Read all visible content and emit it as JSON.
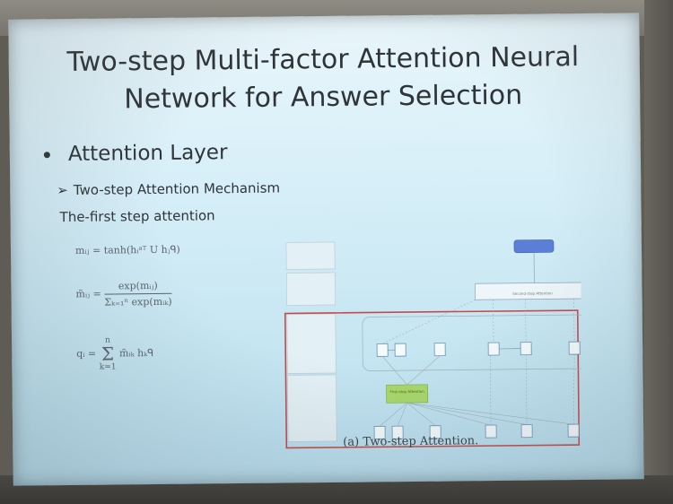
{
  "slide": {
    "title_line1": "Two-step Multi-factor Attention Neural",
    "title_line2": "Network for Answer Selection",
    "bullet": "Attention Layer",
    "sub_bullet_arrow": "➢",
    "sub_bullet": "Two-step Attention Mechanism",
    "step_label": "The-first step attention"
  },
  "equations": {
    "m_ij": "mᵢⱼ = tanh(hᵢᵃᵀ U hⱼᑫ)",
    "m_tilde_lhs": "m̃ᵢⱼ =",
    "m_tilde_num": "exp(mᵢⱼ)",
    "m_tilde_den": "Σₖ₌₁ⁿ exp(mᵢₖ)",
    "q_lhs": "qᵢ =",
    "q_sum_top": "n",
    "q_sum_sym": "Σ",
    "q_sum_bottom": "k=1",
    "q_rhs": "m̃ᵢₖ hₖᑫ"
  },
  "figure": {
    "caption": "(a) Two-step Attention.",
    "first_step_box": "First-step Attention",
    "second_step_box": "Second-step Attention",
    "colors": {
      "border_red": "#c64a4a",
      "top_node": "#5b7fd6",
      "green_box": "#a9d86a",
      "node_border": "#6e8fb0"
    }
  },
  "colors": {
    "screen_top": "#e9f6fb",
    "screen_bottom": "#b9dded",
    "text": "#2f3437"
  }
}
